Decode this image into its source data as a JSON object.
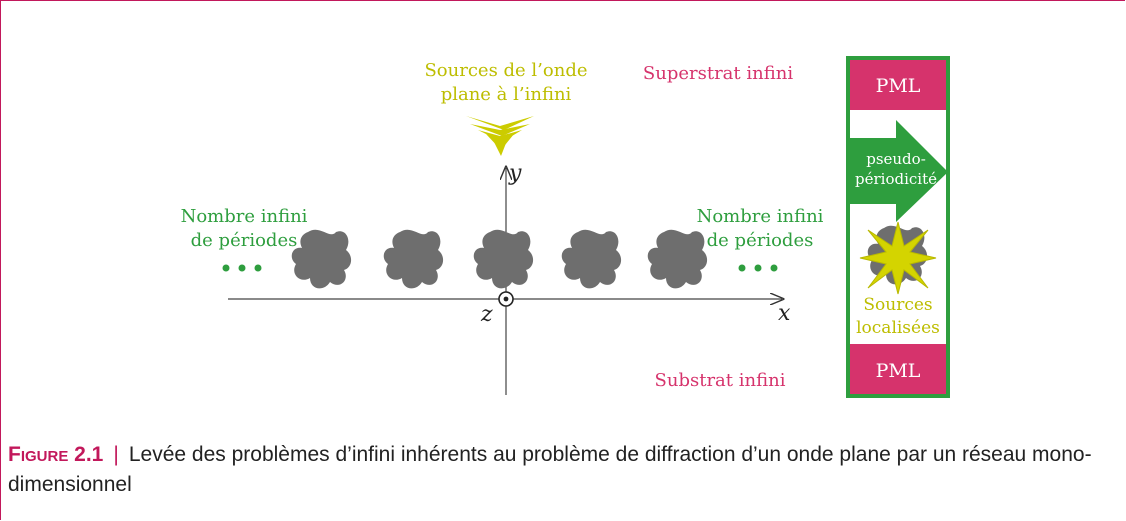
{
  "figure": {
    "source_label_line1": "Sources de l’onde",
    "source_label_line2": "plane à l’infini",
    "superstrat": "Superstrat infini",
    "substrat": "Substrat infini",
    "periods_left_line1": "Nombre infini",
    "periods_left_line2": "de périodes",
    "periods_right_line1": "Nombre infini",
    "periods_right_line2": "de périodes",
    "axis_x": "x",
    "axis_y": "y",
    "axis_z": "z",
    "pml_top": "PML",
    "pml_bottom": "PML",
    "pseudo_line1": "pseudo-",
    "pseudo_line2": "périodicité",
    "localized_line1": "Sources",
    "localized_line2": "localisées",
    "colors": {
      "green": "#2e9e3e",
      "yellow": "#cccc00",
      "pink": "#d6336c",
      "grey": "#6e6e6e"
    }
  },
  "caption": {
    "label": "Figure 2.1",
    "separator": "|",
    "text": "Levée des problèmes d’infini inhérents au problème de diffraction d’un onde plane par un réseau mono-dimensionnel"
  }
}
